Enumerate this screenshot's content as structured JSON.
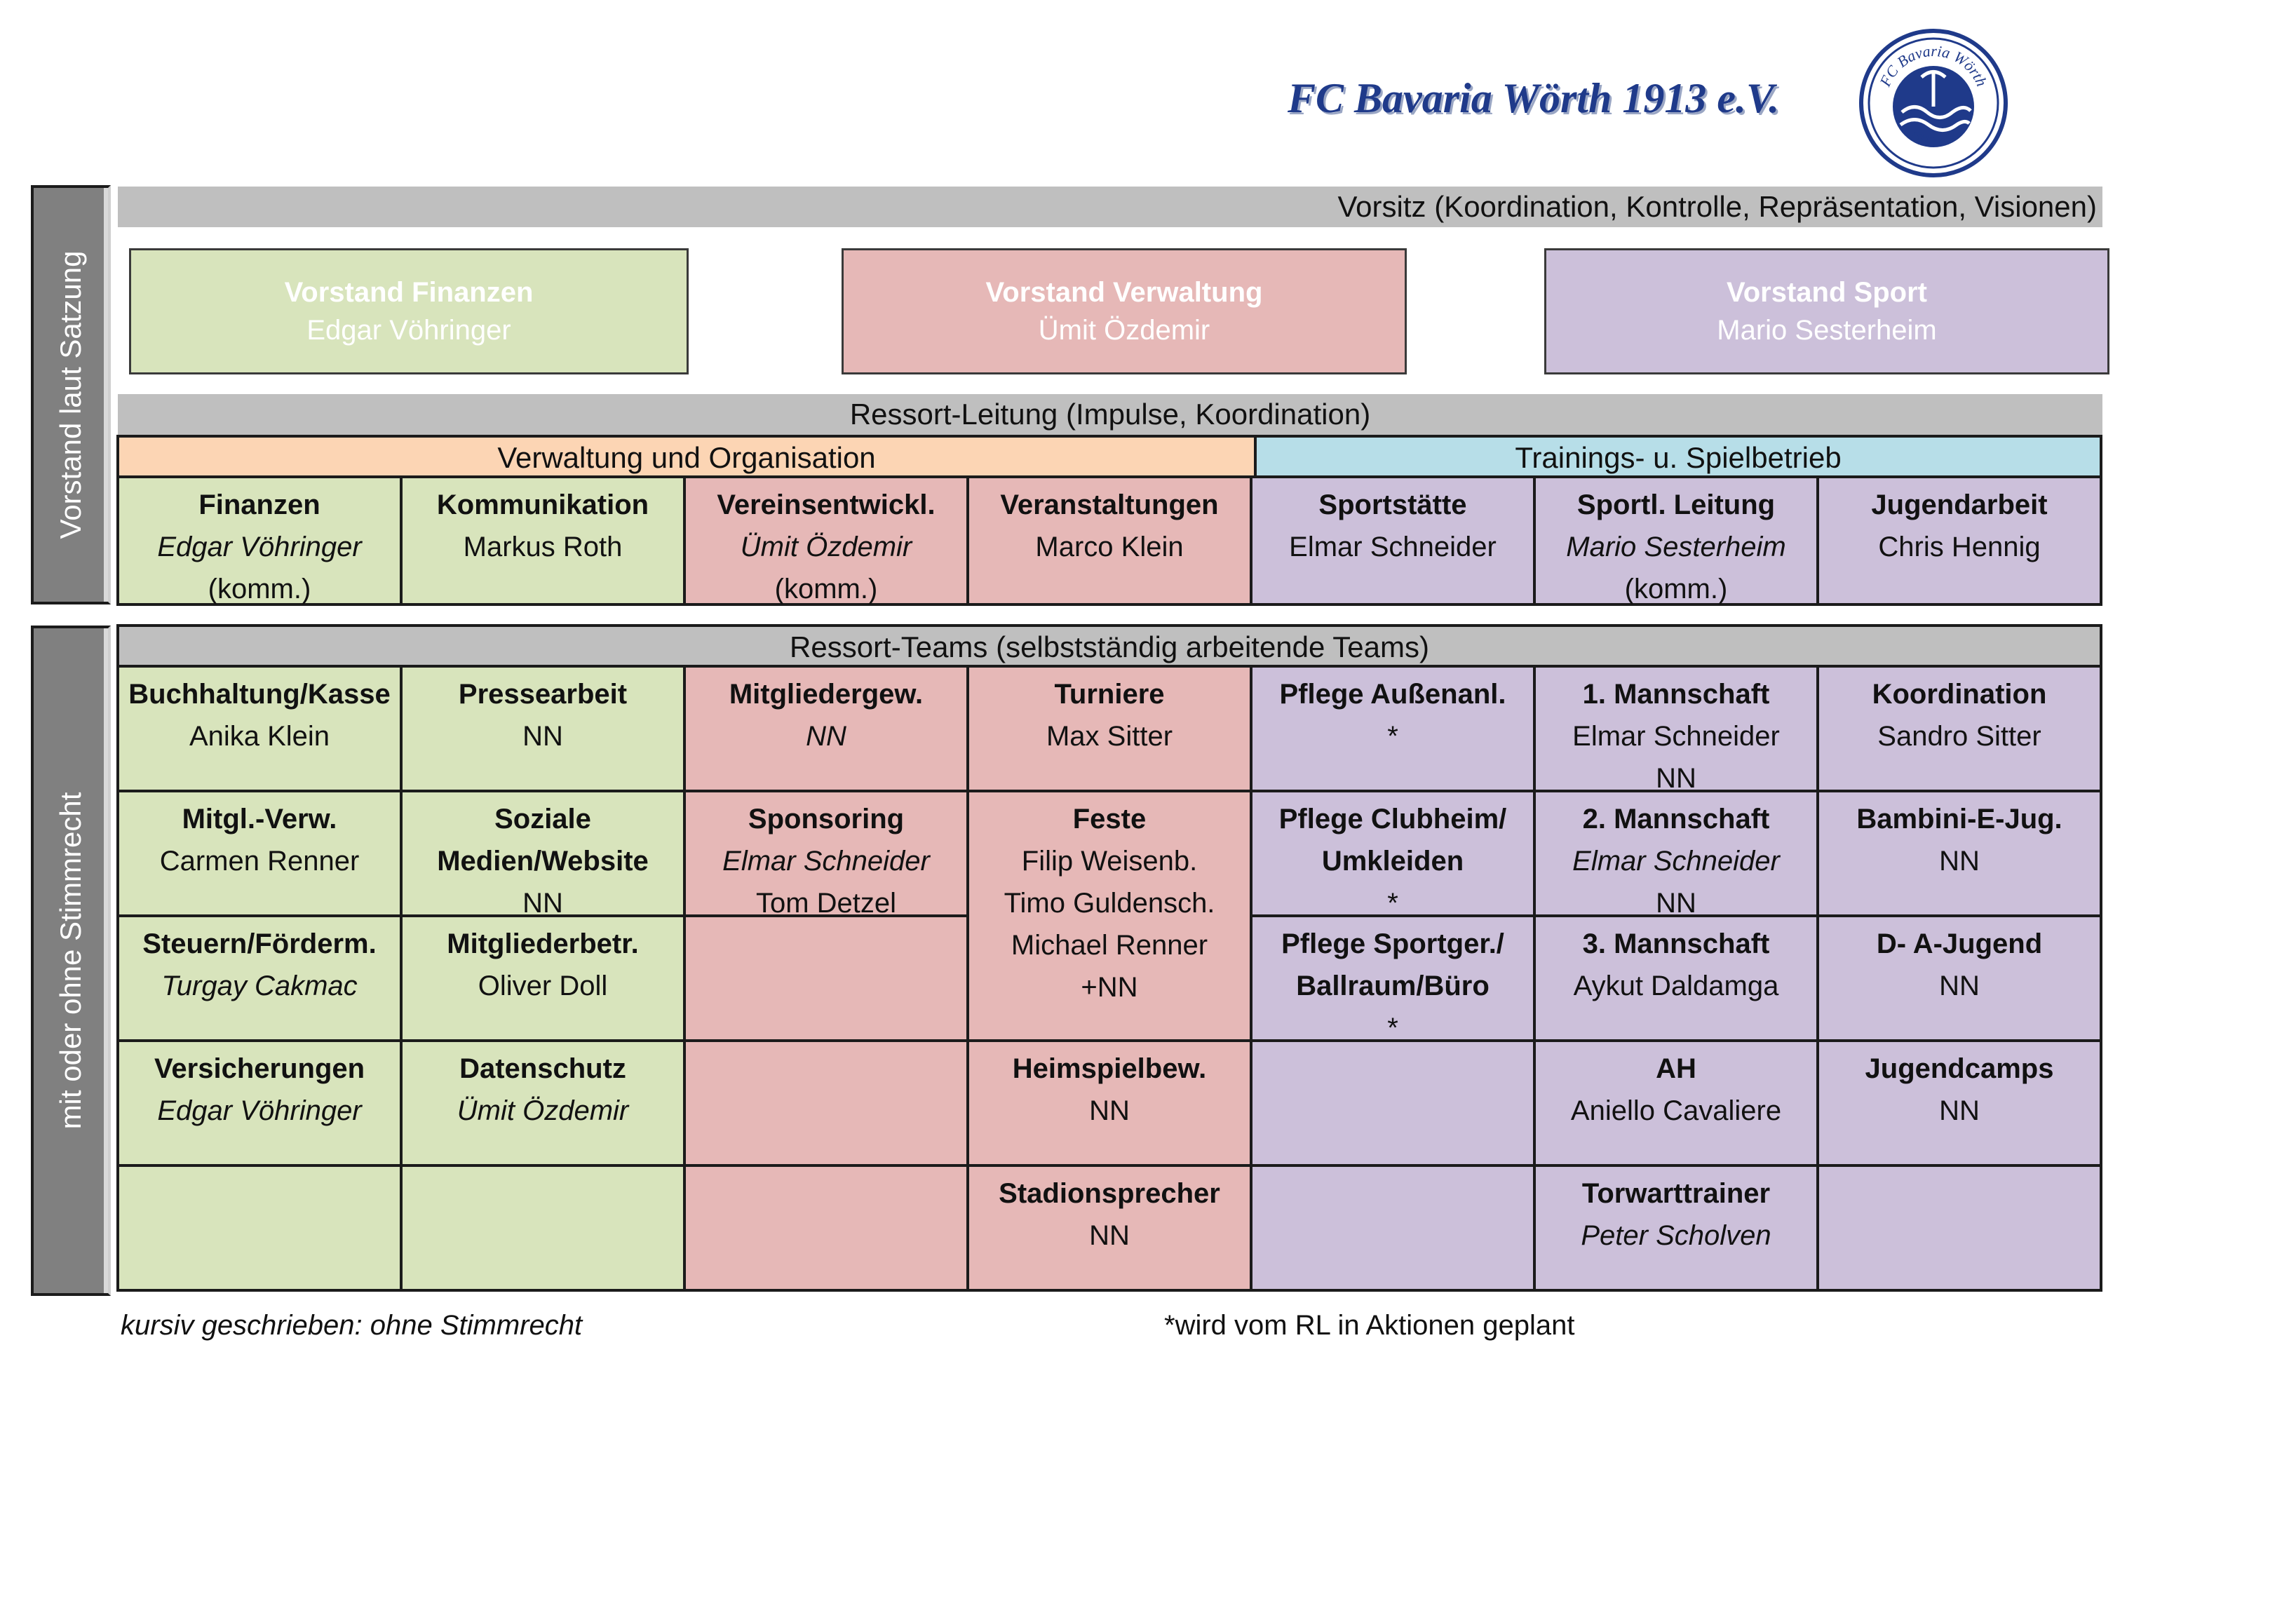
{
  "header": {
    "club_name": "FC Bavaria Wörth 1913 e.V.",
    "logo_text_top": "FC Bavaria Wörth",
    "logo_text_bottom": "1913 e.V.",
    "logo_icon": "club-crest-icon"
  },
  "side_labels": {
    "top": "Vorstand laut Satzung",
    "bottom": "mit oder ohne Stimmrecht"
  },
  "vorsitz": "Vorsitz (Koordination, Kontrolle, Repräsentation, Visionen)",
  "vorstand": [
    {
      "title": "Vorstand Finanzen",
      "name": "Edgar Vöhringer"
    },
    {
      "title": "Vorstand Verwaltung",
      "name": "Ümit Özdemir"
    },
    {
      "title": "Vorstand Sport",
      "name": "Mario Sesterheim"
    }
  ],
  "ressort_leitung": "Ressort-Leitung (Impulse, Koordination)",
  "groups": {
    "verwaltung": "Verwaltung und Organisation",
    "sport": "Trainings- u. Spielbetrieb"
  },
  "leitung_cells": [
    {
      "title": "Finanzen",
      "lines": [
        {
          "text": "Edgar Vöhringer",
          "italic": true
        },
        {
          "text": "(komm.)",
          "italic": false
        }
      ]
    },
    {
      "title": "Kommunikation",
      "lines": [
        {
          "text": "Markus Roth",
          "italic": false
        }
      ]
    },
    {
      "title": "Vereinsentwickl.",
      "lines": [
        {
          "text": "Ümit Özdemir",
          "italic": true
        },
        {
          "text": "(komm.)",
          "italic": false
        }
      ]
    },
    {
      "title": "Veranstaltungen",
      "lines": [
        {
          "text": "Marco Klein",
          "italic": false
        }
      ]
    },
    {
      "title": "Sportstätte",
      "lines": [
        {
          "text": "Elmar Schneider",
          "italic": false
        }
      ]
    },
    {
      "title": "Sportl. Leitung",
      "lines": [
        {
          "text": "Mario Sesterheim",
          "italic": true
        },
        {
          "text": "(komm.)",
          "italic": false
        }
      ]
    },
    {
      "title": "Jugendarbeit",
      "lines": [
        {
          "text": "Chris Hennig",
          "italic": false
        }
      ]
    }
  ],
  "ressort_teams": "Ressort-Teams (selbstständig arbeitende Teams)",
  "team_columns": [
    [
      {
        "title": "Buchhaltung/Kasse",
        "lines": [
          {
            "text": "Anika Klein",
            "italic": false
          }
        ]
      },
      {
        "title": "Mitgl.-Verw.",
        "lines": [
          {
            "text": "Carmen Renner",
            "italic": false
          }
        ]
      },
      {
        "title": "Steuern/Förderm.",
        "lines": [
          {
            "text": "Turgay Cakmac",
            "italic": true
          }
        ]
      },
      {
        "title": "Versicherungen",
        "lines": [
          {
            "text": "Edgar Vöhringer",
            "italic": true
          }
        ]
      },
      {
        "title": "",
        "lines": []
      }
    ],
    [
      {
        "title": "Pressearbeit",
        "lines": [
          {
            "text": "NN",
            "italic": false
          }
        ]
      },
      {
        "title": "Soziale Medien/Website",
        "lines": [
          {
            "text": "NN",
            "italic": false
          }
        ]
      },
      {
        "title": "Mitgliederbetr.",
        "lines": [
          {
            "text": "Oliver Doll",
            "italic": false
          }
        ]
      },
      {
        "title": "Datenschutz",
        "lines": [
          {
            "text": "Ümit Özdemir",
            "italic": true
          }
        ]
      },
      {
        "title": "",
        "lines": []
      }
    ],
    [
      {
        "title": "Mitgliedergew.",
        "lines": [
          {
            "text": "NN",
            "italic": true
          }
        ]
      },
      {
        "title": "Sponsoring",
        "lines": [
          {
            "text": "Elmar Schneider",
            "italic": true
          },
          {
            "text": "Tom Detzel",
            "italic": false
          }
        ]
      },
      {
        "title": "",
        "lines": []
      },
      {
        "title": "",
        "lines": []
      },
      {
        "title": "",
        "lines": []
      }
    ],
    [
      {
        "title": "Turniere",
        "lines": [
          {
            "text": "Max Sitter",
            "italic": false
          }
        ]
      },
      {
        "title": "Feste",
        "span": 2,
        "lines": [
          {
            "text": "Filip Weisenb.",
            "italic": false
          },
          {
            "text": "Timo Guldensch.",
            "italic": false
          },
          {
            "text": "Michael Renner",
            "italic": false
          },
          {
            "text": "+NN",
            "italic": false
          }
        ]
      },
      {
        "title": "Heimspielbew.",
        "lines": [
          {
            "text": "NN",
            "italic": false
          }
        ]
      },
      {
        "title": "Stadionsprecher",
        "lines": [
          {
            "text": "NN",
            "italic": false
          }
        ]
      }
    ],
    [
      {
        "title": "Pflege Außenanl.",
        "lines": [
          {
            "text": "*",
            "italic": false
          }
        ]
      },
      {
        "title": "Pflege Clubheim/ Umkleiden",
        "lines": [
          {
            "text": "*",
            "italic": false
          }
        ]
      },
      {
        "title": "Pflege Sportger./ Ballraum/Büro",
        "lines": [
          {
            "text": "*",
            "italic": false
          }
        ]
      },
      {
        "title": "",
        "lines": []
      },
      {
        "title": "",
        "lines": []
      }
    ],
    [
      {
        "title": "1. Mannschaft",
        "lines": [
          {
            "text": "Elmar Schneider",
            "italic": false
          },
          {
            "text": "NN",
            "italic": false
          }
        ]
      },
      {
        "title": "2. Mannschaft",
        "lines": [
          {
            "text": "Elmar Schneider",
            "italic": true
          },
          {
            "text": "NN",
            "italic": false
          }
        ]
      },
      {
        "title": "3. Mannschaft",
        "lines": [
          {
            "text": "Aykut Daldamga",
            "italic": false
          }
        ]
      },
      {
        "title": "AH",
        "lines": [
          {
            "text": "Aniello Cavaliere",
            "italic": false
          }
        ]
      },
      {
        "title": "Torwarttrainer",
        "lines": [
          {
            "text": "Peter Scholven",
            "italic": true
          }
        ]
      }
    ],
    [
      {
        "title": "Koordination",
        "lines": [
          {
            "text": "Sandro Sitter",
            "italic": false
          }
        ]
      },
      {
        "title": "Bambini-E-Jug.",
        "lines": [
          {
            "text": "NN",
            "italic": false
          }
        ]
      },
      {
        "title": "D- A-Jugend",
        "lines": [
          {
            "text": "NN",
            "italic": false
          }
        ]
      },
      {
        "title": "Jugendcamps",
        "lines": [
          {
            "text": "NN",
            "italic": false
          }
        ]
      },
      {
        "title": "",
        "lines": []
      }
    ]
  ],
  "notes": {
    "left": "kursiv geschrieben: ohne Stimmrecht",
    "right": "*wird vom RL in Aktionen geplant"
  },
  "colors": {
    "green": "#d8e4bc",
    "red": "#e6b8b7",
    "purple": "#ccc0da",
    "orange": "#fcd5b4",
    "blue": "#b7dee8",
    "grey": "#bfbfbf",
    "dark_grey": "#808080",
    "brand_blue": "#1f3a8a"
  }
}
